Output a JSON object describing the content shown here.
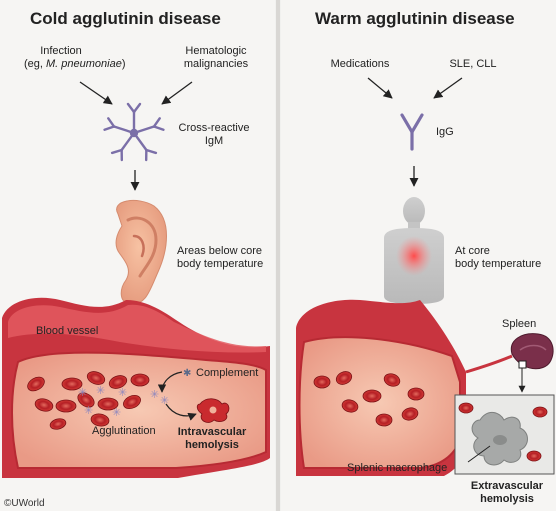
{
  "left_panel": {
    "title": "Cold agglutinin disease",
    "cause_1": {
      "line1": "Infection",
      "line2_prefix": "(eg, ",
      "line2_italic": "M. pneumoniae",
      "line2_suffix": ")"
    },
    "cause_2": {
      "line1": "Hematologic",
      "line2": "malignancies"
    },
    "antibody": {
      "line1": "Cross-reactive",
      "line2": "IgM"
    },
    "site": {
      "line1": "Areas below core",
      "line2": "body temperature"
    },
    "vessel_label": "Blood vessel",
    "complement_label": "Complement",
    "agglutination_label": "Agglutination",
    "outcome": {
      "line1": "Intravascular",
      "line2": "hemolysis"
    }
  },
  "right_panel": {
    "title": "Warm agglutinin disease",
    "cause_1": "Medications",
    "cause_2": "SLE, CLL",
    "antibody": "IgG",
    "site": {
      "line1": "At core",
      "line2": "body temperature"
    },
    "spleen_label": "Spleen",
    "macrophage_label": "Splenic macrophage",
    "outcome": {
      "line1": "Extravascular",
      "line2": "hemolysis"
    }
  },
  "copyright": "©UWorld",
  "colors": {
    "vessel_outer": "#c8343f",
    "vessel_inner": "#f0b19b",
    "rbc": "#c92a2e",
    "antibody": "#7b6fa8",
    "spleen": "#7a2f4a",
    "macrophage": "#a7a9a8"
  }
}
